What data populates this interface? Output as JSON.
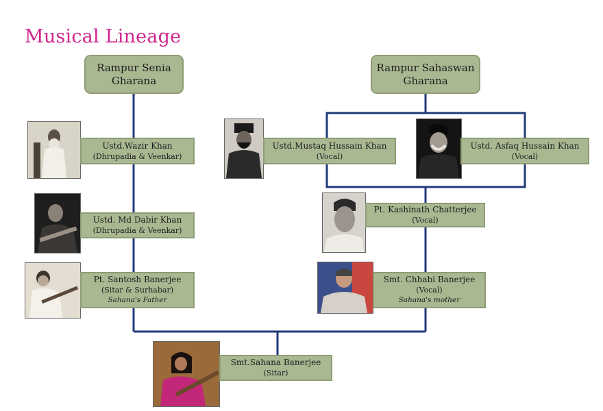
{
  "title": "Musical Lineage",
  "colors": {
    "title": "#d0268f",
    "box_fill": "#a9b891",
    "box_border": "#8d9d74",
    "connector": "#1f3a7a"
  },
  "gharanas": {
    "left": [
      "Rampur Senia",
      "Gharana"
    ],
    "right": [
      "Rampur Sahaswan",
      "Gharana"
    ]
  },
  "people": {
    "wazir": {
      "name": "Ustd.Wazir Khan",
      "role": "(Dhrupadia & Veenkar)"
    },
    "dabir": {
      "name": "Ustd. Md Dabir Khan",
      "role": "(Dhrupadia & Veenkar)"
    },
    "santosh": {
      "name": "Pt. Santosh Banerjee",
      "role": "(Sitar & Surhabar)",
      "note": "Sahana's Father"
    },
    "mustaq": {
      "name": "Ustd.Mustaq Hussain Khan",
      "role": "(Vocal)"
    },
    "asfaq": {
      "name": "Ustd. Asfaq Hussain Khan",
      "role": "(Vocal)"
    },
    "kashinath": {
      "name": "Pt. Kashinath Chatterjee",
      "role": "(Vocal)"
    },
    "chhabi": {
      "name": "Smt. Chhabi Banerjee",
      "role": "(Vocal)",
      "note": "Sahana's mother"
    },
    "sahana": {
      "name": "Smt.Sahana Banerjee",
      "role": "(Sitar)"
    }
  }
}
